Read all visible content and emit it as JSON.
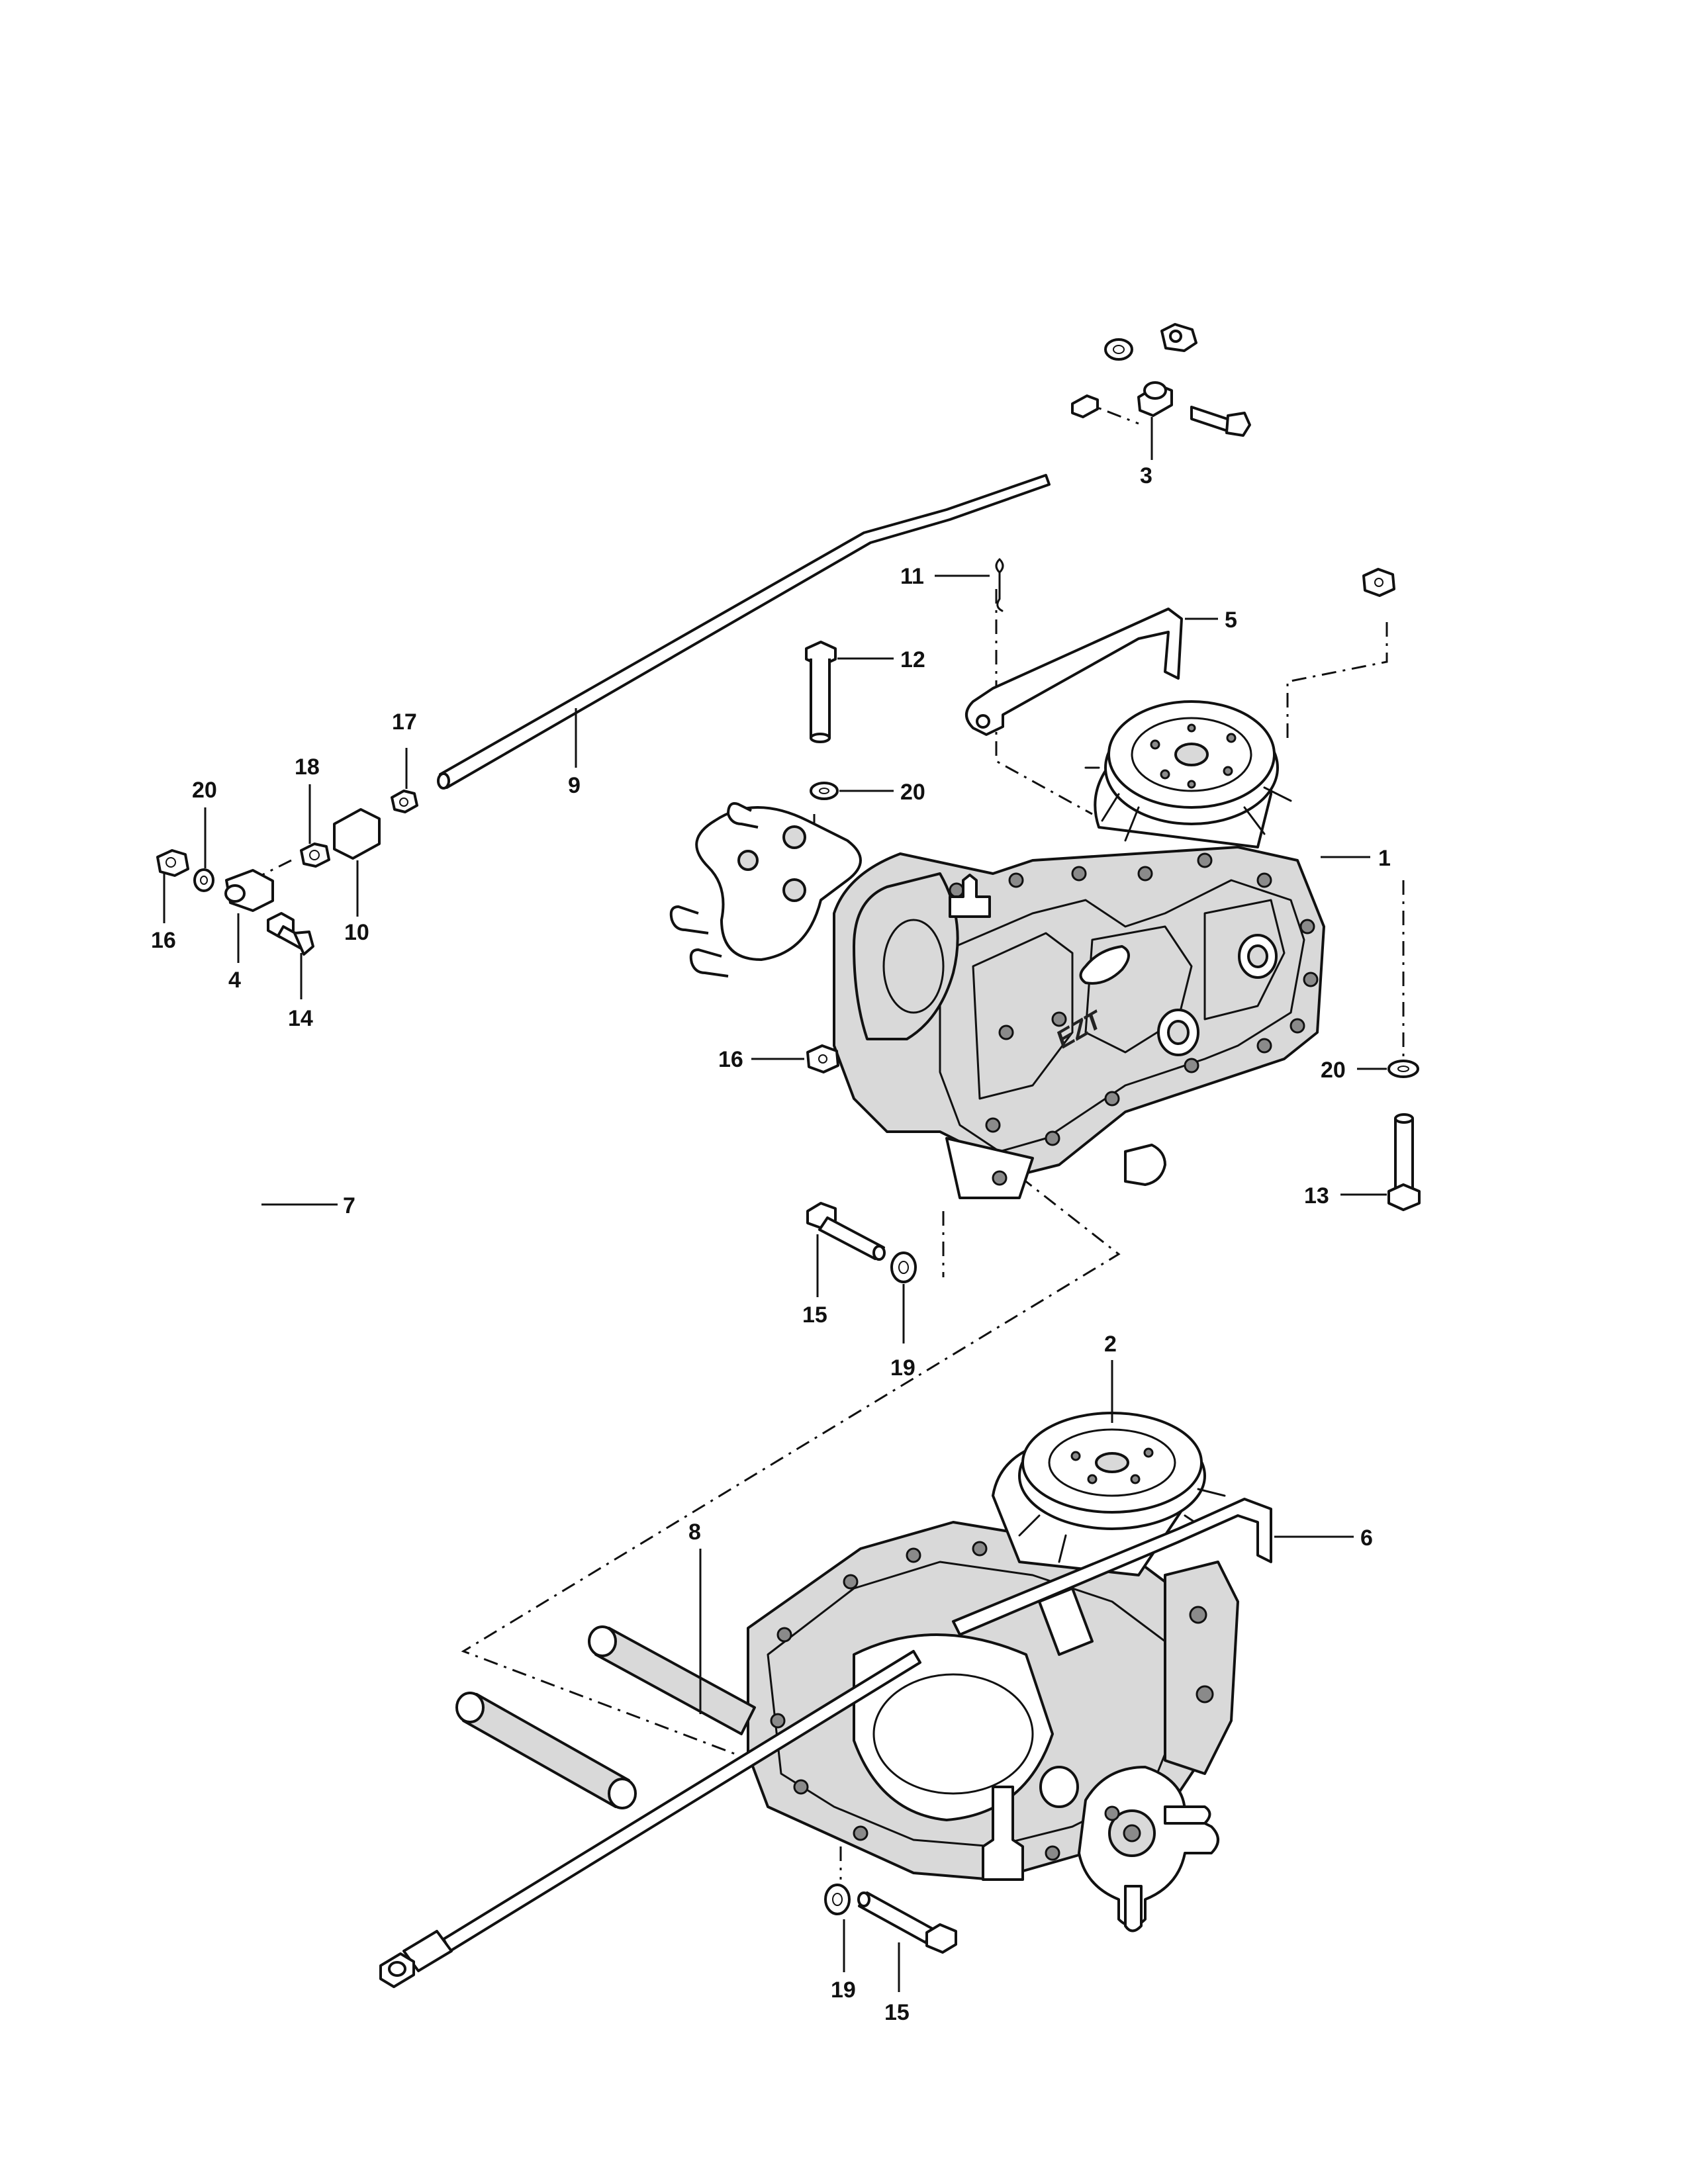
{
  "diagram": {
    "housing_marking": "EZT",
    "callouts": {
      "c1": "1",
      "c2": "2",
      "c3": "3",
      "c4": "4",
      "c5": "5",
      "c6": "6",
      "c7": "7",
      "c8": "8",
      "c9": "9",
      "c10": "10",
      "c11": "11",
      "c12": "12",
      "c13": "13",
      "c14": "14",
      "c15a": "15",
      "c15b": "15",
      "c16a": "16",
      "c16b": "16",
      "c17": "17",
      "c18": "18",
      "c19a": "19",
      "c19b": "19",
      "c20a": "20",
      "c20b": "20",
      "c20c": "20"
    }
  }
}
